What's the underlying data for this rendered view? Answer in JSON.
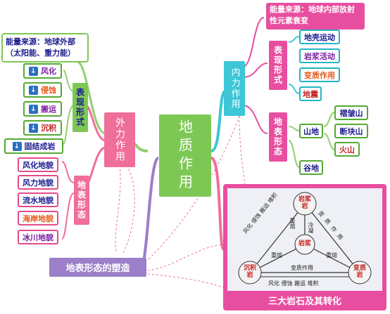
{
  "center": {
    "label": "地质作用"
  },
  "external": {
    "title": "外力作用",
    "energy_source": "能量来源：地球外部（太阳能、重力能）",
    "forms_title": "表现形式",
    "forms": [
      "风化",
      "侵蚀",
      "搬运",
      "沉积",
      "固结成岩"
    ],
    "landforms_title": "地表形态",
    "landforms": [
      "风化地貌",
      "风力地貌",
      "流水地貌",
      "海岸地貌",
      "冰川地貌"
    ]
  },
  "internal": {
    "title": "内力作用",
    "energy_source": "能量来源：地球内部放射性元素衰变",
    "forms_title": "表现形式",
    "forms": [
      "地壳运动",
      "岩浆活动",
      "变质作用",
      "地震"
    ],
    "landforms_title": "地表形态",
    "mountain": "山地",
    "mountain_types": [
      "褶皱山",
      "断块山",
      "火山"
    ],
    "valley": "谷地"
  },
  "shaping": {
    "label": "地表形态的塑造"
  },
  "rock_cycle": {
    "caption": "三大岩石及其转化",
    "magma": "岩浆岩",
    "magma_lines": [
      "岩浆",
      "岩"
    ],
    "sedimentary_lines": [
      "沉积",
      "岩"
    ],
    "metamorphic_lines": [
      "变质",
      "岩"
    ],
    "center_lines": [
      "岩浆",
      ""
    ],
    "labels": {
      "left_diag": "风化 侵蚀 搬运 堆积",
      "right_diag": "变质作用",
      "bottom_h": "变质作用",
      "bottom_under": "风化 侵蚀 搬运 堆积",
      "remelt1": "重熔",
      "cool": "冷凝",
      "remelt2": "重熔",
      "remelt3": "重熔"
    }
  },
  "colors": {
    "green": "#7dc855",
    "pink": "#ef6f99",
    "cyan": "#3cc6d6",
    "magenta": "#e84ea0",
    "purple": "#9b7fc8",
    "blue_icon": "#2a6fbf",
    "panel_bg": "#eef0f6"
  }
}
